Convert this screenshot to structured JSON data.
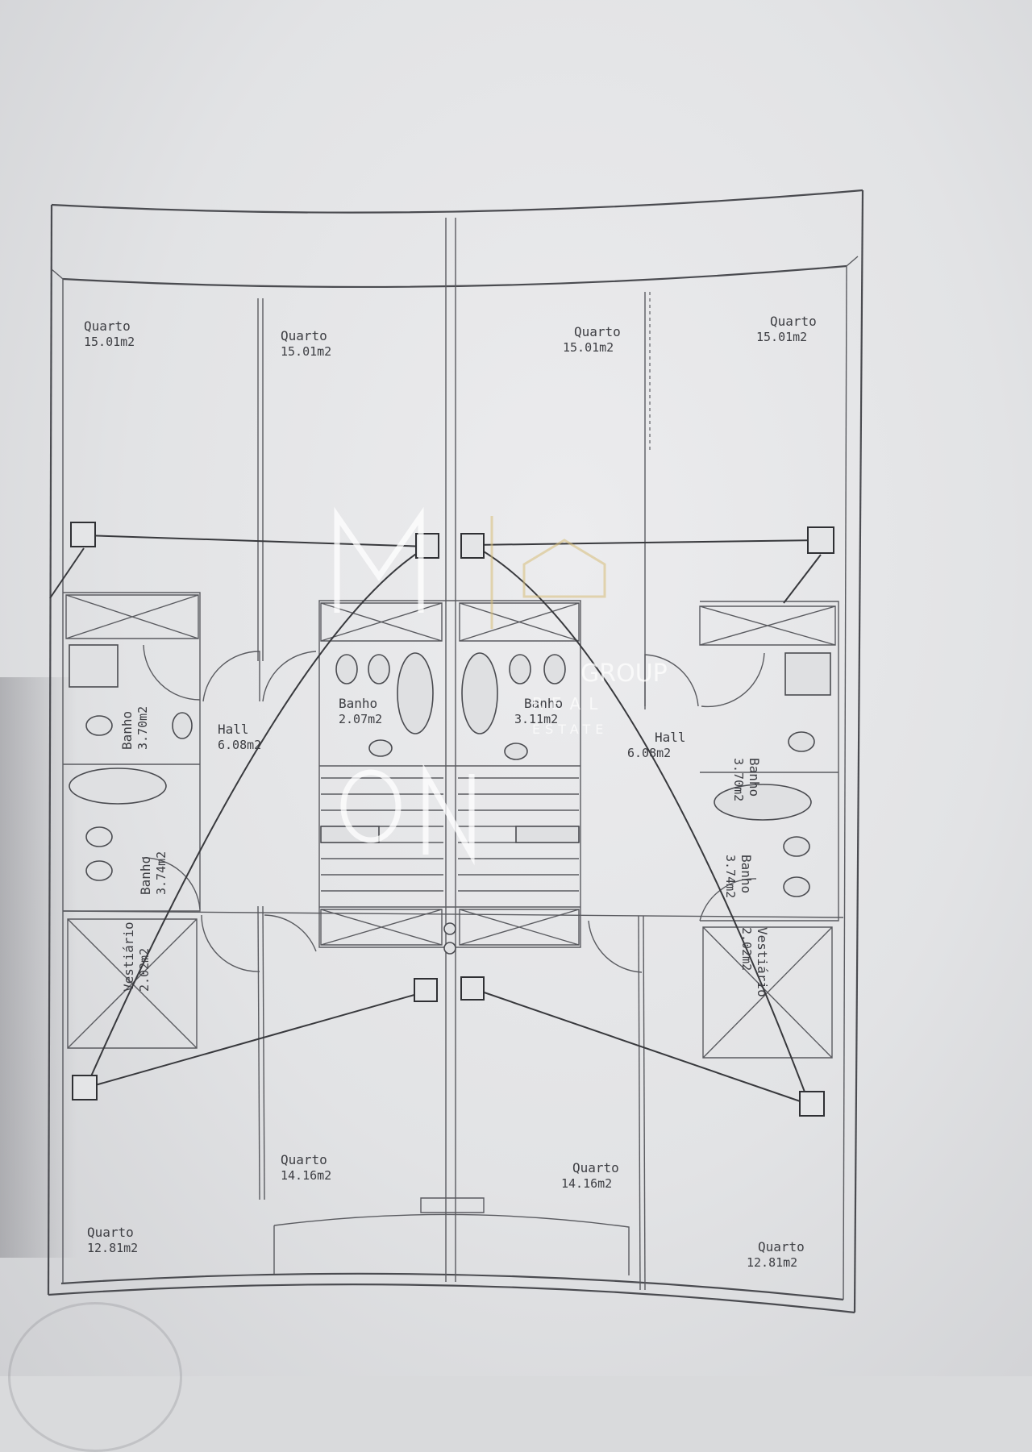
{
  "rooms": [
    {
      "name": "Quarto",
      "area": "15.01m2"
    },
    {
      "name": "Quarto",
      "area": "15.01m2"
    },
    {
      "name": "Quarto",
      "area": "15.01m2"
    },
    {
      "name": "Quarto",
      "area": "15.01m2"
    },
    {
      "name": "Banho",
      "area": "3.70m2"
    },
    {
      "name": "Hall",
      "area": "6.08m2"
    },
    {
      "name": "Banho",
      "area": "2.07m2"
    },
    {
      "name": "Banho",
      "area": "3.11m2"
    },
    {
      "name": "Hall",
      "area": "6.08m2"
    },
    {
      "name": "Banho",
      "area": "3.70m2"
    },
    {
      "name": "Banho",
      "area": "3.74m2"
    },
    {
      "name": "Banho",
      "area": "3.74m2"
    },
    {
      "name": "Vestiário",
      "area": "2.02m2"
    },
    {
      "name": "Vestiário",
      "area": "2.02m2"
    },
    {
      "name": "Quarto",
      "area": "14.16m2"
    },
    {
      "name": "Quarto",
      "area": "14.16m2"
    },
    {
      "name": "Quarto",
      "area": "12.81m2"
    },
    {
      "name": "Quarto",
      "area": "12.81m2"
    }
  ],
  "watermark": {
    "brand_line1": "GROUP",
    "brand_line2": "REAL",
    "brand_line3": "ESTATE"
  },
  "colors": {
    "paper": "#e6e7e9",
    "ink": "#3d3e43",
    "watermark_gold": "#d7be78"
  }
}
